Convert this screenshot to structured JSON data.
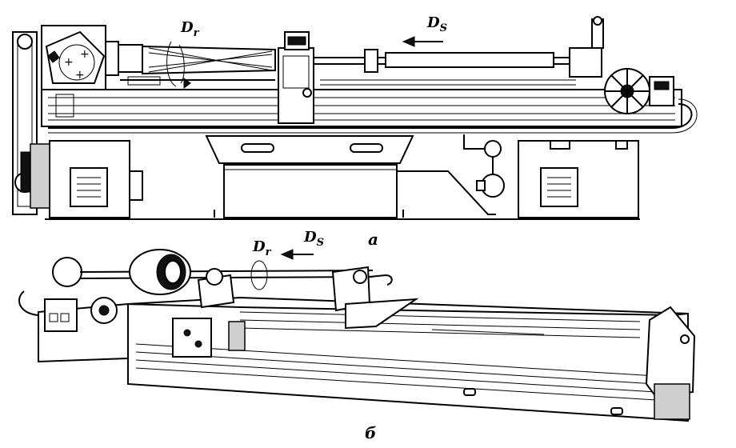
{
  "view_a": {
    "motion_rotary": {
      "symbol": "D",
      "sub": "r"
    },
    "motion_feed": {
      "symbol": "D",
      "sub": "S"
    },
    "caption": "а"
  },
  "view_b": {
    "motion_rotary": {
      "symbol": "D",
      "sub": "r"
    },
    "motion_feed": {
      "symbol": "D",
      "sub": "S"
    },
    "caption": "б"
  }
}
